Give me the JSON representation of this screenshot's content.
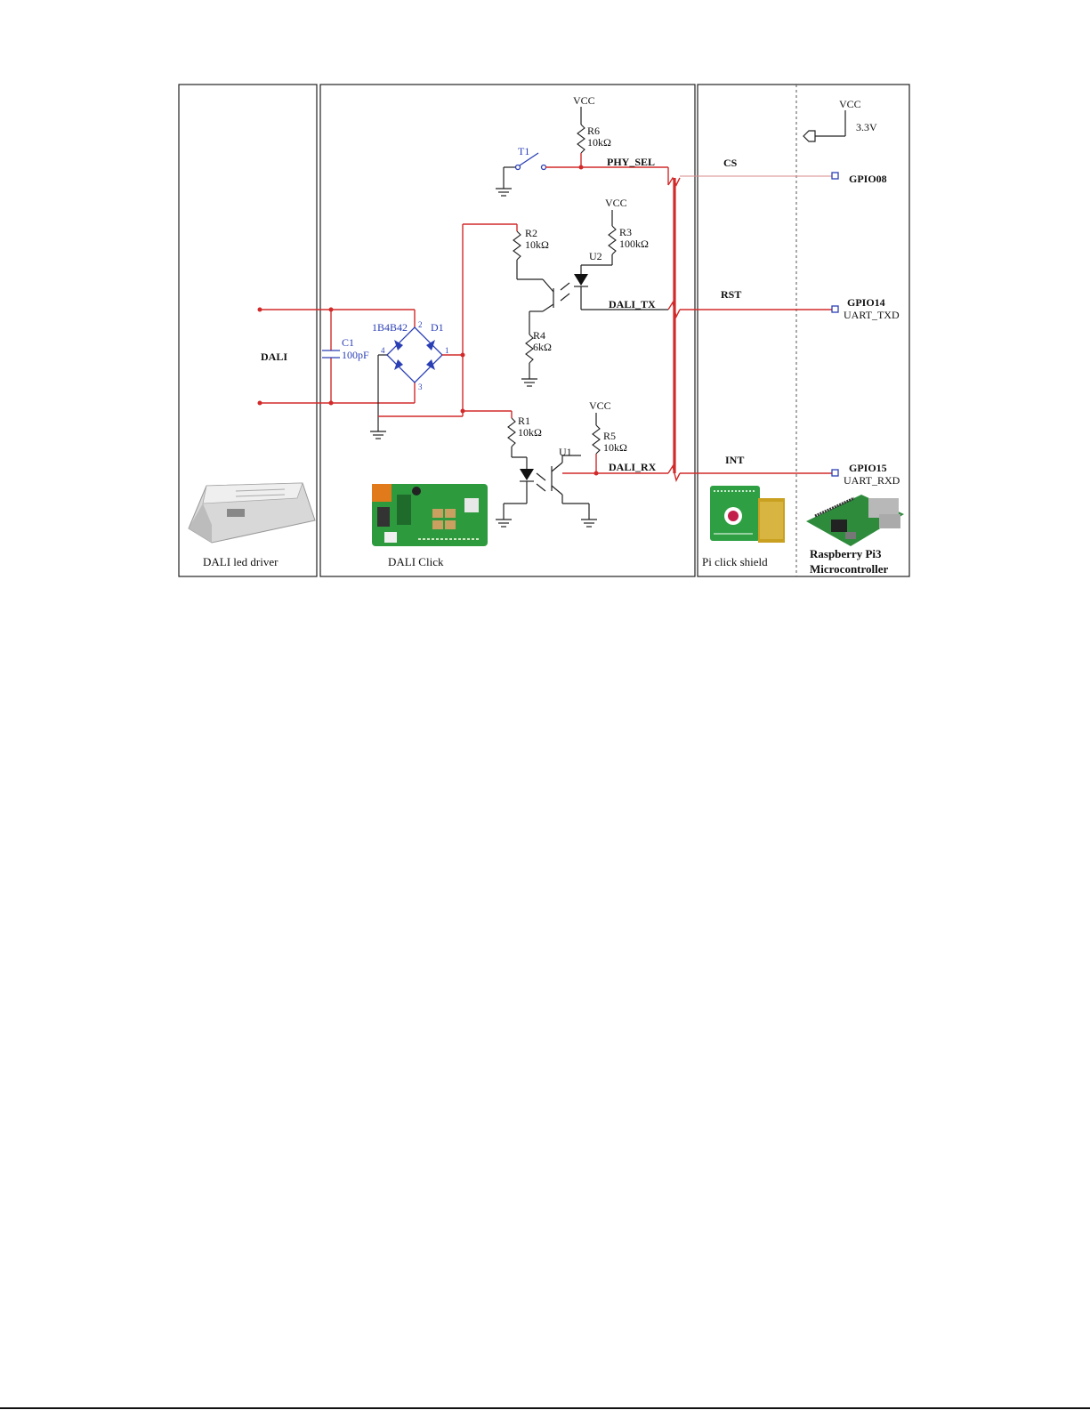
{
  "sections": {
    "driver": "DALI led driver",
    "click": "DALI Click",
    "shield": "Pi click shield",
    "rpi_line1": "Raspberry Pi3",
    "rpi_line2": "Microcontroller"
  },
  "dali_label": "DALI",
  "components": {
    "c1_name": "C1",
    "c1_value": "100pF",
    "bridge_name": "1B4B42",
    "d1_name": "D1",
    "pin1": "1",
    "pin2": "2",
    "pin3": "3",
    "pin4": "4",
    "t1_name": "T1",
    "r6_name": "R6",
    "r6_value": "10kΩ",
    "r2_name": "R2",
    "r2_value": "10kΩ",
    "r3_name": "R3",
    "r3_value": "100kΩ",
    "r4_name": "R4",
    "r4_value": "6kΩ",
    "r1_name": "R1",
    "r1_value": "10kΩ",
    "r5_name": "R5",
    "r5_value": "10kΩ",
    "u1_name": "U1",
    "u2_name": "U2"
  },
  "supply": {
    "vcc": "VCC",
    "v33": "3.3V"
  },
  "nets": {
    "phy_sel": "PHY_SEL",
    "dali_tx": "DALI_TX",
    "dali_rx": "DALI_RX",
    "cs": "CS",
    "rst": "RST",
    "int": "INT"
  },
  "pins": {
    "gpio08": "GPIO08",
    "gpio14": "GPIO14",
    "uart_txd": "UART_TXD",
    "gpio15": "GPIO15",
    "uart_rxd": "UART_RXD"
  },
  "colors": {
    "wire": "#d22a2a",
    "component": "#2b3fb5",
    "ink": "#222222"
  }
}
